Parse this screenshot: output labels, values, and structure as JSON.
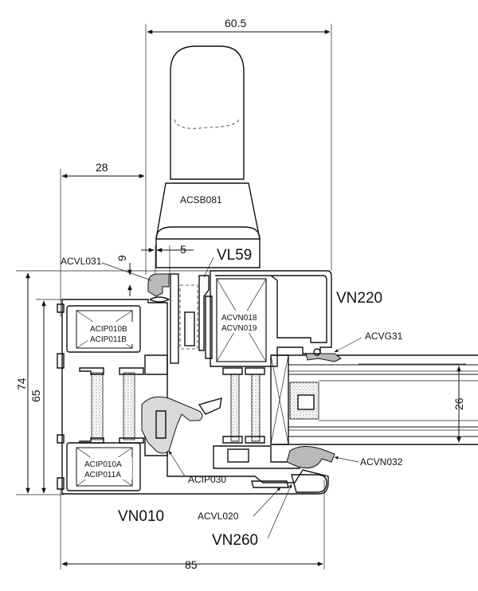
{
  "dimensions": {
    "top_width": "60.5",
    "left_offset": "28",
    "gap_small": "5",
    "gap_nine": "9",
    "height_total": "74",
    "height_frame": "65",
    "glass_thickness": "26",
    "bottom_width": "85"
  },
  "labels": {
    "handle": "ACSB081",
    "acvl031": "ACVL031",
    "vl59": "VL59",
    "vn220": "VN220",
    "acip010b": "ACIP010B",
    "acip011b": "ACIP011B",
    "acvn018": "ACVN018",
    "acvn019": "ACVN019",
    "acvg31": "ACVG31",
    "acip010a": "ACIP010A",
    "acip011a": "ACIP011A",
    "acip030": "ACIP030",
    "acvn032": "ACVN032",
    "vn010": "VN010",
    "acvl020": "ACVL020",
    "vn260": "VN260"
  }
}
